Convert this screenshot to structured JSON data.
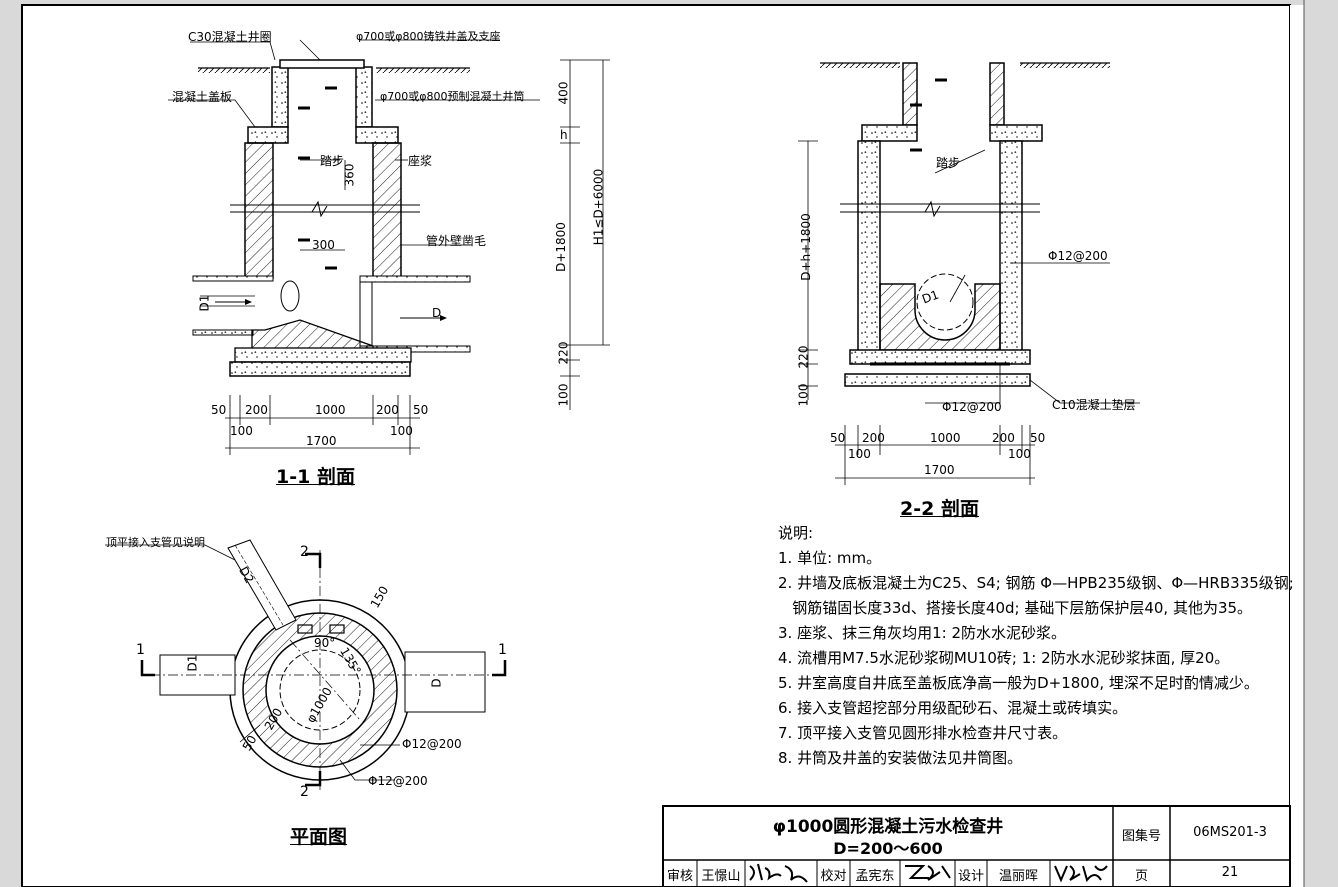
{
  "section_1_1": {
    "title": "1-1 剖面",
    "labels": {
      "ring": "C30混凝土井圈",
      "cover": "φ700或φ800铸铁井盖及支座",
      "slab": "混凝土盖板",
      "shaft": "φ700或φ800预制混凝土井筒",
      "step": "踏步",
      "grout": "座浆",
      "pipe_rough": "管外壁凿毛",
      "d1": "D1",
      "d": "D"
    },
    "dims": {
      "h400": "400",
      "h": "h",
      "h360": "360",
      "w300": "300",
      "d1800": "D+1800",
      "h1": "H1≤D+6000",
      "h220": "220",
      "h100": "100",
      "b50a": "50",
      "b200a": "200",
      "b1000": "1000",
      "b200b": "200",
      "b50b": "50",
      "b100a": "100",
      "b100b": "100",
      "b1700": "1700"
    }
  },
  "section_2_2": {
    "title": "2-2 剖面",
    "labels": {
      "step": "踏步",
      "rebar1": "Φ12@200",
      "d1": "D1",
      "rebar2": "Φ12@200",
      "cushion": "C10混凝土垫层"
    },
    "dims": {
      "dh1800": "D+h+1800",
      "h220": "220",
      "h100": "100",
      "b50a": "50",
      "b200a": "200",
      "b1000": "1000",
      "b200b": "200",
      "b50b": "50",
      "b100a": "100",
      "b100b": "100",
      "b1700": "1700"
    }
  },
  "plan": {
    "title": "平面图",
    "labels": {
      "branch": "顶平接入支管见说明",
      "mark2_top": "2",
      "mark2_bottom": "2",
      "mark1_left": "1",
      "mark1_right": "1",
      "d2": "D2",
      "d1": "D1",
      "d": "D",
      "a90": "90°",
      "a135": "135°",
      "dia1000": "φ1000",
      "d200": "200",
      "d50": "50",
      "d150": "150",
      "rebar1": "Φ12@200",
      "rebar2": "Φ12@200"
    }
  },
  "notes": {
    "heading": "说明:",
    "items": [
      "1. 单位: mm。",
      "2. 井墙及底板混凝土为C25、S4; 钢筋 Φ—HPB235级钢、Φ—HRB335级钢;",
      "   钢筋锚固长度33d、搭接长度40d; 基础下层筋保护层40, 其他为35。",
      "3. 座浆、抹三角灰均用1: 2防水水泥砂浆。",
      "4. 流槽用M7.5水泥砂浆砌MU10砖; 1: 2防水水泥砂浆抹面, 厚20。",
      "5. 井室高度自井底至盖板底净高一般为D+1800, 埋深不足时酌情减少。",
      "6. 接入支管超挖部分用级配砂石、混凝土或砖填实。",
      "7. 顶平接入支管见圆形排水检查井尺寸表。",
      "8. 井筒及井盖的安装做法见井筒图。"
    ]
  },
  "title_block": {
    "title_line1": "φ1000圆形混凝土污水检查井",
    "title_line2": "D=200～600",
    "atlas_label": "图集号",
    "atlas_no": "06MS201-3",
    "page_label": "页",
    "page_no": "21",
    "review_label": "审核",
    "reviewer": "王憬山",
    "check_label": "校对",
    "checker": "孟宪东",
    "design_label": "设计",
    "designer": "温丽晖"
  }
}
